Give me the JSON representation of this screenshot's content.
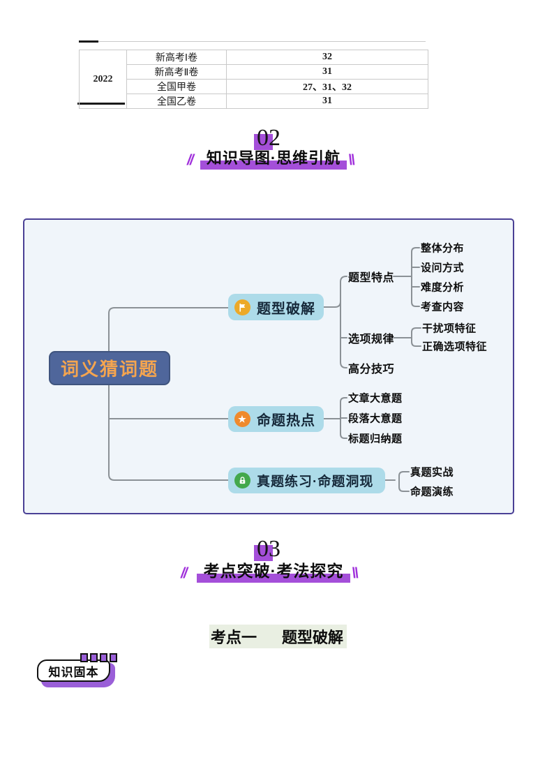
{
  "exam_table": {
    "year": "2022",
    "rows": [
      {
        "paper": "新高考Ⅰ卷",
        "questions": "32"
      },
      {
        "paper": "新高考Ⅱ卷",
        "questions": "31"
      },
      {
        "paper": "全国甲卷",
        "questions": "27、31、32"
      },
      {
        "paper": "全国乙卷",
        "questions": "31"
      }
    ]
  },
  "section02": {
    "number": "02",
    "title": "知识导图·思维引航",
    "slash_left": "//",
    "slash_right": "\\\\"
  },
  "section03": {
    "number": "03",
    "title": "考点突破·考法探究",
    "slash_left": "//",
    "slash_right": "\\\\"
  },
  "mindmap": {
    "root": "词义猜词题",
    "branches": [
      {
        "label": "题型破解",
        "icon": "flag-icon",
        "children": [
          {
            "label": "题型特点",
            "children": [
              {
                "label": "整体分布"
              },
              {
                "label": "设问方式"
              },
              {
                "label": "难度分析"
              },
              {
                "label": "考查内容"
              }
            ]
          },
          {
            "label": "选项规律",
            "children": [
              {
                "label": "干扰项特征"
              },
              {
                "label": "正确选项特征"
              }
            ]
          },
          {
            "label": "高分技巧",
            "children": []
          }
        ]
      },
      {
        "label": "命题热点",
        "icon": "star-icon",
        "star_glyph": "★",
        "children": [
          {
            "label": "文章大意题"
          },
          {
            "label": "段落大意题"
          },
          {
            "label": "标题归纳题"
          }
        ]
      },
      {
        "label": "真题练习·命题洞现",
        "icon": "lock-icon",
        "children": [
          {
            "label": "真题实战"
          },
          {
            "label": "命题演练"
          }
        ]
      }
    ]
  },
  "kaodian": {
    "label": "考点一",
    "title": "题型破解"
  },
  "badge": {
    "label": "知识固本"
  },
  "colors": {
    "accent_purple": "#a44fd9",
    "mindmap_border": "#4a4095",
    "mindmap_bg": "#f0f5fa",
    "root_bg": "#4f669b",
    "root_text": "#f5a54f",
    "node_bg": "#addbe9",
    "flag_circle": "#eca929",
    "star_circle": "#ef8a2c",
    "lock_circle": "#43a84c",
    "connector": "#8b9196",
    "kaodian_bg": "#e9efe2",
    "badge_shadow": "#9a5fd8"
  }
}
